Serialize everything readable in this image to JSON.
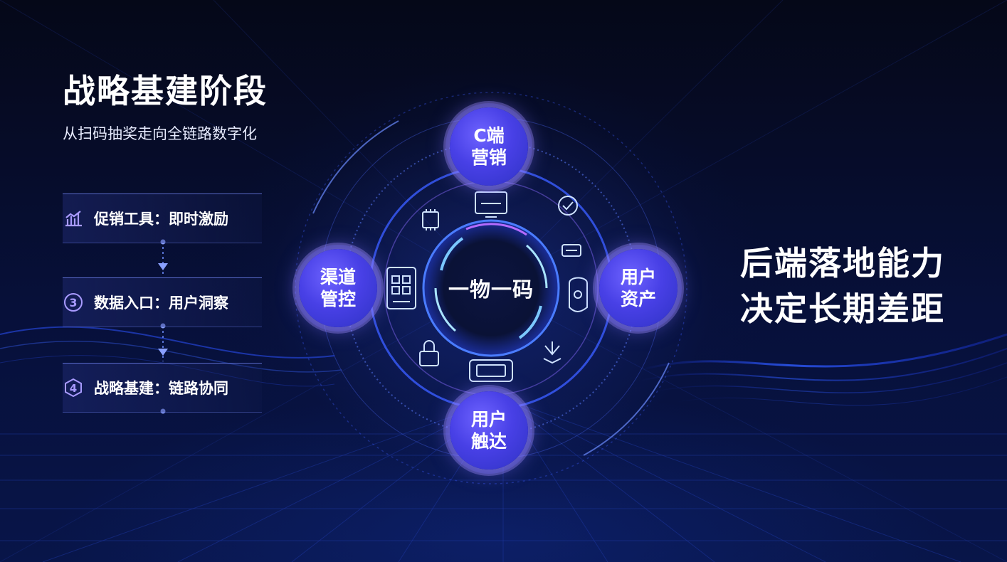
{
  "header": {
    "title": "战略基建阶段",
    "subtitle": "从扫码抽奖走向全链路数字化"
  },
  "steps": [
    {
      "label": "促销工具：即时激励",
      "icon": "bar-chart-icon"
    },
    {
      "label": "数据入口：用户洞察",
      "icon": "number-3-icon"
    },
    {
      "label": "战略基建：链路协同",
      "icon": "number-4-icon"
    }
  ],
  "hub": {
    "center_label": "一物一码",
    "nodes": {
      "top": [
        "C端",
        "营销"
      ],
      "left": [
        "渠道",
        "管控"
      ],
      "right": [
        "用户",
        "资产"
      ],
      "bottom": [
        "用户",
        "触达"
      ]
    }
  },
  "conclusion": {
    "line1": "后端落地能力",
    "line2": "决定长期差距"
  },
  "colors": {
    "background": "#05081a",
    "accent_blue": "#3b6bff",
    "accent_violet": "#6e63ff",
    "text": "#ffffff"
  }
}
